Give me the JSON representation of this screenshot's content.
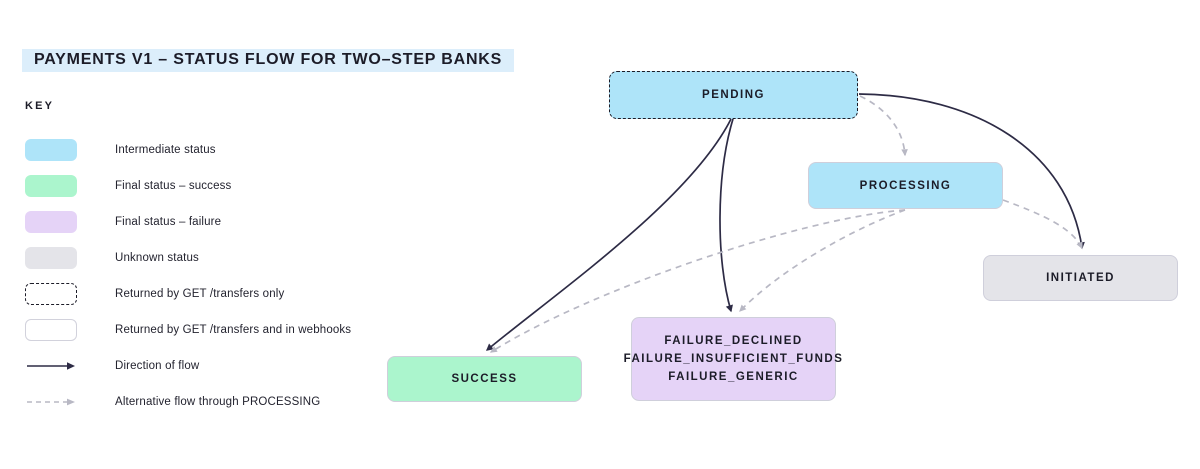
{
  "title": "PAYMENTS V1 – STATUS FLOW FOR TWO–STEP BANKS",
  "colors": {
    "title_highlight": "#dceefb",
    "intermediate": "#aee4f9",
    "final_success": "#abf5cd",
    "final_failure": "#e5d3f7",
    "unknown": "#e4e4e9",
    "flow_arrow": "#2d2b45",
    "alt_flow_arrow": "#b8b8c4",
    "text": "#1c1c28"
  },
  "legend": {
    "heading": "KEY",
    "items": [
      {
        "kind": "swatch",
        "swatch": "intermediate",
        "label": "Intermediate status"
      },
      {
        "kind": "swatch",
        "swatch": "success",
        "label": "Final status – success"
      },
      {
        "kind": "swatch",
        "swatch": "failure",
        "label": "Final status – failure"
      },
      {
        "kind": "swatch",
        "swatch": "unknown",
        "label": "Unknown status"
      },
      {
        "kind": "outline-dashed",
        "label": "Returned by GET /transfers only"
      },
      {
        "kind": "outline-solid",
        "label": "Returned by GET /transfers and in webhooks"
      },
      {
        "kind": "line-solid",
        "label": "Direction of flow"
      },
      {
        "kind": "line-dashed",
        "label": "Alternative flow through PROCESSING"
      }
    ]
  },
  "nodes": {
    "pending": {
      "label": "PENDING",
      "category": "intermediate",
      "border": "dashed"
    },
    "processing": {
      "label": "PROCESSING",
      "category": "intermediate",
      "border": "solid"
    },
    "initiated": {
      "label": "INITIATED",
      "category": "unknown",
      "border": "solid"
    },
    "success": {
      "label": "SUCCESS",
      "category": "success",
      "border": "solid"
    },
    "failure": {
      "category": "failure",
      "border": "solid",
      "lines": [
        "FAILURE_DECLINED",
        "FAILURE_INSUFFICIENT_FUNDS",
        "FAILURE_GENERIC"
      ]
    }
  },
  "edges": [
    {
      "from": "PENDING",
      "to": "SUCCESS",
      "style": "solid"
    },
    {
      "from": "PENDING",
      "to": "FAILURE",
      "style": "solid"
    },
    {
      "from": "PENDING",
      "to": "INITIATED",
      "style": "solid"
    },
    {
      "from": "PENDING",
      "to": "PROCESSING",
      "style": "dashed"
    },
    {
      "from": "PROCESSING",
      "to": "SUCCESS",
      "style": "dashed"
    },
    {
      "from": "PROCESSING",
      "to": "FAILURE",
      "style": "dashed"
    },
    {
      "from": "PROCESSING",
      "to": "INITIATED",
      "style": "dashed"
    }
  ]
}
